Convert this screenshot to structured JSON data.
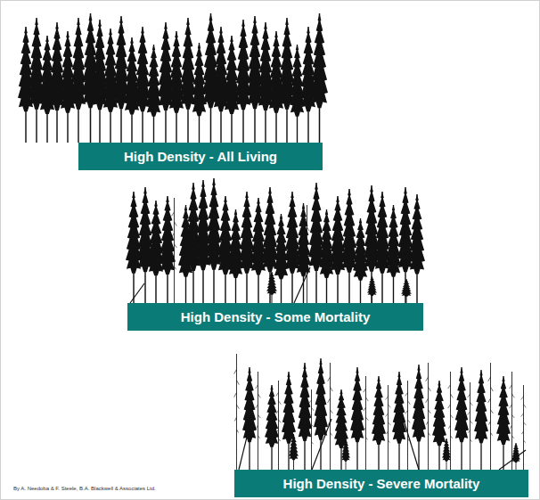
{
  "diagram": {
    "nodes": [
      {
        "text": [
          "High Density - All Living"
        ]
      },
      {
        "text": [
          "High Density - Some Mortality"
        ]
      },
      {
        "text": [
          "High Density - Severe Mortality"
        ]
      }
    ],
    "labels": [
      "By A. Needoba & F. Steele, B.A. Blackwell & Associates Ltd."
    ]
  }
}
